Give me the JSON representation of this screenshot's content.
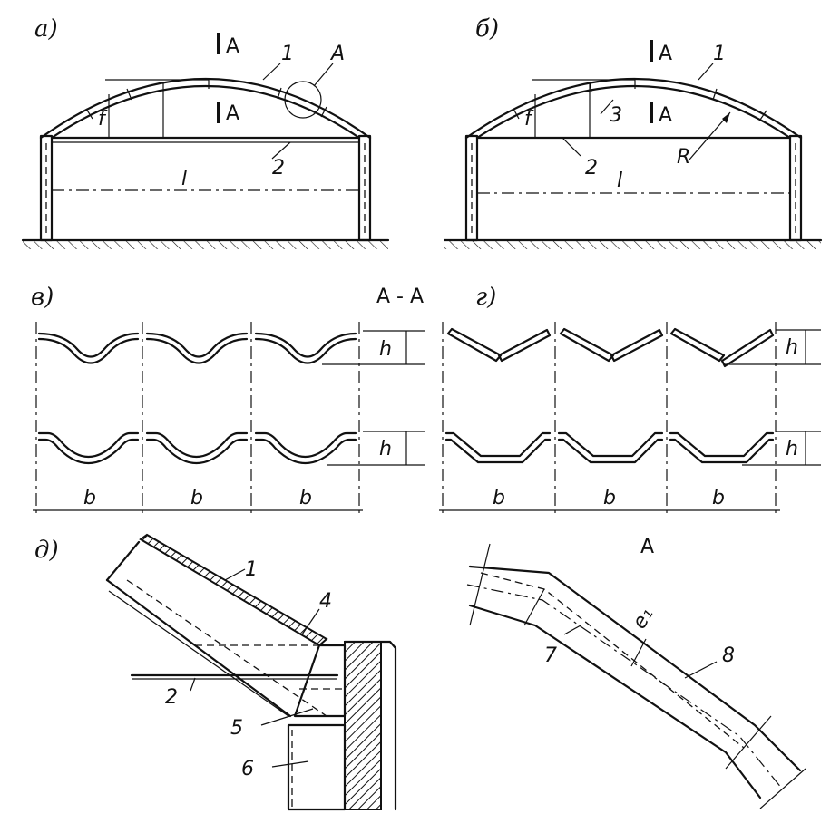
{
  "panels": {
    "a": {
      "label": "а)"
    },
    "b": {
      "label": "б)"
    },
    "v": {
      "label": "в)"
    },
    "g": {
      "label": "г)"
    },
    "d": {
      "label": "д)"
    }
  },
  "labels": {
    "section_mark": "А",
    "callout": "А",
    "section_title": "А - А",
    "detail_title": "А",
    "one": "1",
    "two": "2",
    "three": "3",
    "four": "4",
    "five": "5",
    "six": "6",
    "seven": "7",
    "eight": "8",
    "span": "l",
    "rise": "f",
    "radius": "R",
    "width": "b",
    "height": "h",
    "ecc": "e₁"
  }
}
